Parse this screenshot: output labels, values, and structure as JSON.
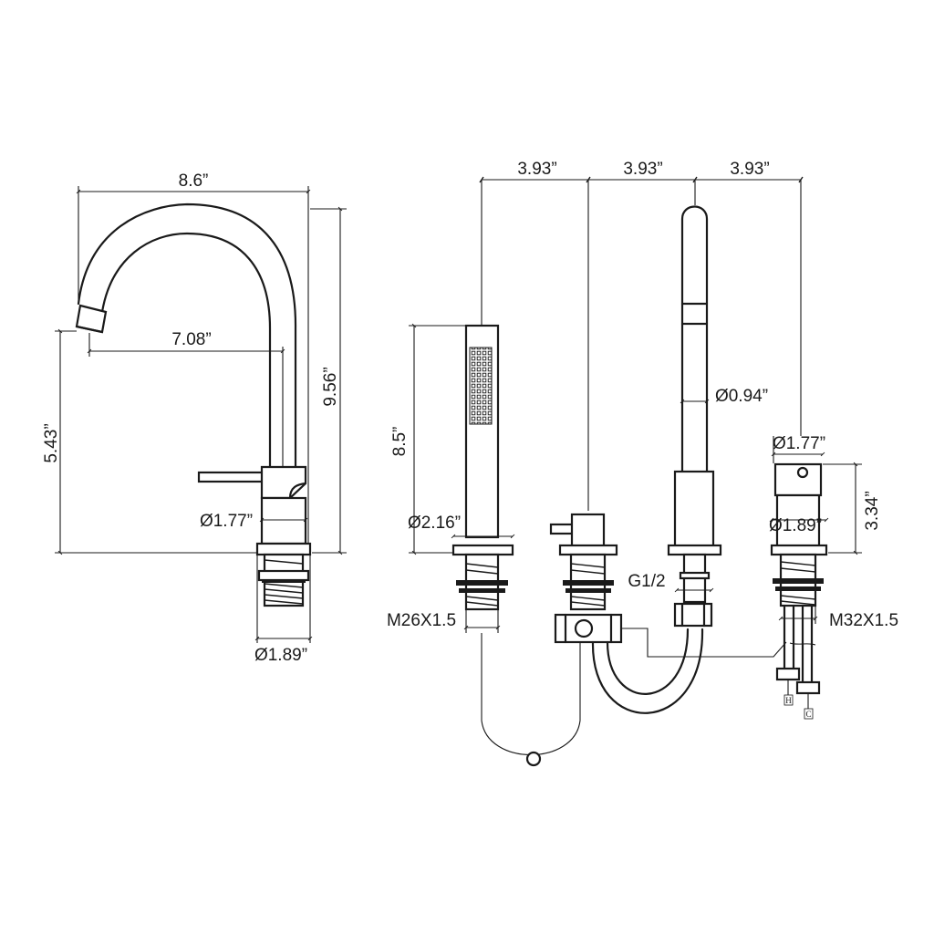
{
  "spout": {
    "width_label": "8.6”",
    "reach_label": "7.08”",
    "height_label": "9.56”",
    "outlet_height_label": "5.43”",
    "body_diameter_label": "Ø1.77”",
    "flange_diameter_label": "Ø1.89”"
  },
  "set": {
    "spacing_labels": [
      "3.93”",
      "3.93”",
      "3.93”"
    ],
    "handshower": {
      "length_label": "8.5”",
      "diameter_label": "Ø2.16”",
      "thread_label": "M26X1.5"
    },
    "diverter": {
      "thread_label": "G1/2"
    },
    "spout": {
      "diameter_label": "Ø0.94”"
    },
    "mixer": {
      "handle_diameter_label": "Ø1.77”",
      "body_diameter_label": "Ø1.89”",
      "height_label": "3.34”",
      "thread_label": "M32X1.5",
      "hot_label": "H",
      "cold_label": "C"
    }
  }
}
